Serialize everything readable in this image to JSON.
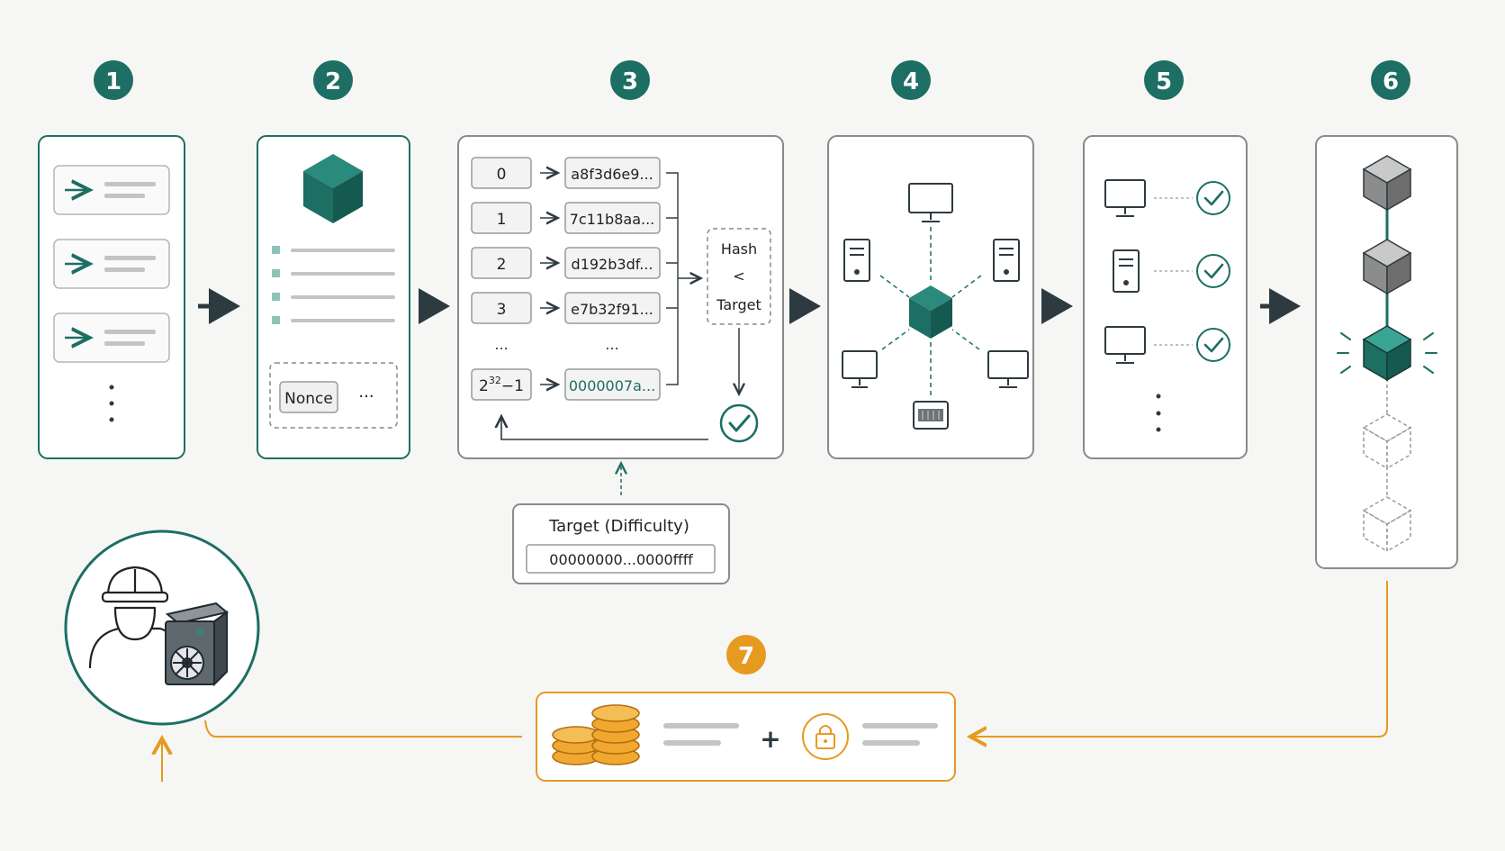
{
  "steps": {
    "s1": "1",
    "s2": "2",
    "s3": "3",
    "s4": "4",
    "s5": "5",
    "s6": "6",
    "s7": "7"
  },
  "panel2": {
    "nonce_label": "Nonce",
    "more_label": "···"
  },
  "panel3": {
    "nonces": [
      "0",
      "1",
      "2",
      "3"
    ],
    "hashes": [
      "a8f3d6e9...",
      "7c11b8aa...",
      "d192b3df...",
      "e7b32f91..."
    ],
    "ellipsis_left": "...",
    "ellipsis_right": "...",
    "last_nonce_base": "2",
    "last_nonce_exp": "32",
    "last_nonce_suffix": "−1",
    "winning_hash": "0000007a...",
    "compare_top": "Hash",
    "compare_op": "<",
    "compare_bottom": "Target"
  },
  "target_box": {
    "title": "Target (Difficulty)",
    "value": "00000000...0000ffff"
  },
  "reward": {
    "plus": "+"
  },
  "colors": {
    "teal": "#1d6e63",
    "orange": "#e69a1f",
    "dark": "#2d3a40",
    "border": "#8a8a8a"
  },
  "icons": [
    "arrow-right-icon",
    "cube-icon",
    "monitor-icon",
    "server-icon",
    "check-circle-icon",
    "miner-icon",
    "coins-icon",
    "lock-icon"
  ]
}
